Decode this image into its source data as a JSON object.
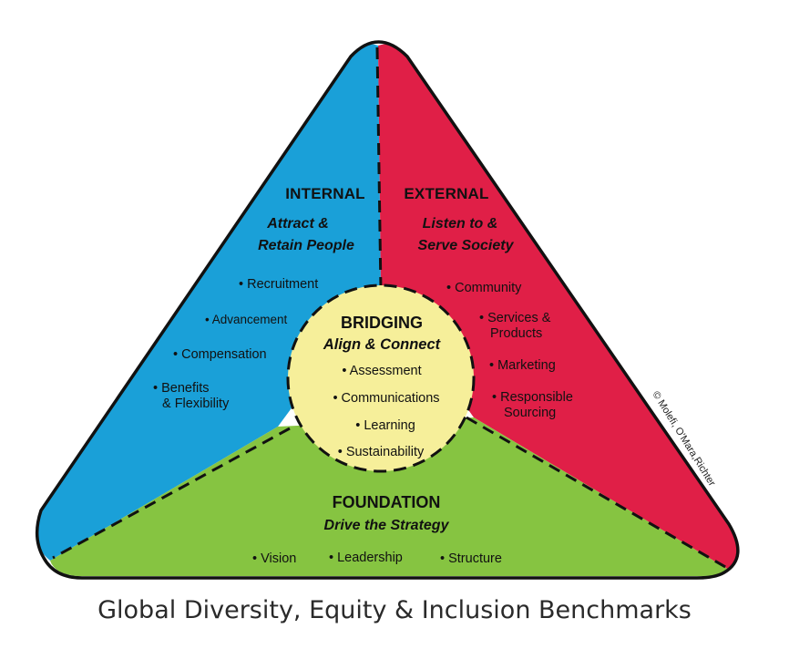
{
  "colors": {
    "internal": "#1aa0d8",
    "external": "#e01f47",
    "foundation": "#86c441",
    "bridging": "#f6ef9a",
    "outline": "#111111"
  },
  "internal": {
    "heading": "INTERNAL",
    "subtitle": [
      "Attract &",
      "Retain People"
    ],
    "items": [
      "• Recruitment",
      "• Advancement",
      "• Compensation",
      "• Benefits",
      "& Flexibility"
    ]
  },
  "external": {
    "heading": "EXTERNAL",
    "subtitle": [
      "Listen to &",
      "Serve Society"
    ],
    "items": [
      "• Community",
      "• Services &",
      "Products",
      "• Marketing",
      "• Responsible",
      "Sourcing"
    ]
  },
  "bridging": {
    "heading": "BRIDGING",
    "subtitle": "Align & Connect",
    "items": [
      "• Assessment",
      "• Communications",
      "• Learning",
      "• Sustainability"
    ]
  },
  "foundation": {
    "heading": "FOUNDATION",
    "subtitle": "Drive the Strategy",
    "items": [
      "• Vision",
      "• Leadership",
      "• Structure"
    ]
  },
  "copyright": "© Molefi, O'Mara,Richter",
  "footer_title": "Global Diversity, Equity & Inclusion Benchmarks"
}
